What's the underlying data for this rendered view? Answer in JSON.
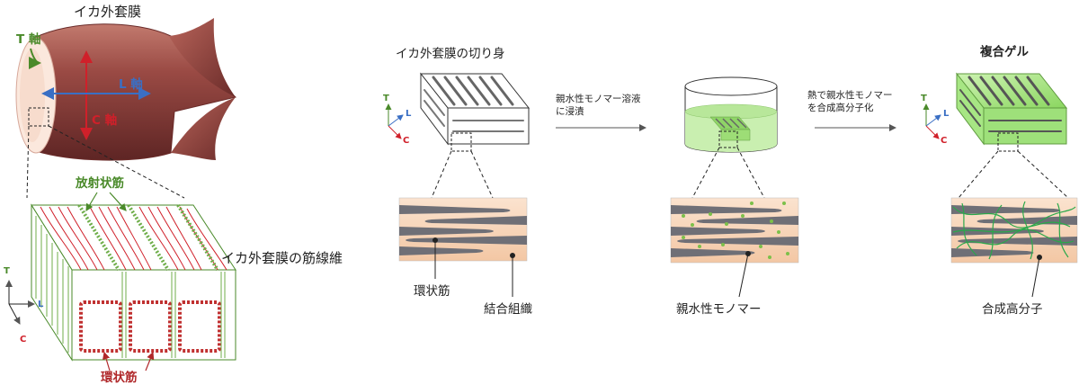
{
  "labels": {
    "squid_mantle": "イカ外套膜",
    "axis_t": "T 軸",
    "axis_l": "L 軸",
    "axis_c": "C 軸",
    "radial_muscle": "放射状筋",
    "circular_muscle": "環状筋",
    "muscle_fiber": "イカ外套膜の筋線維",
    "mantle_slice": "イカ外套膜の切り身",
    "circular_muscle_2": "環状筋",
    "connective_tissue": "結合組織",
    "step1_line1": "親水性モノマー溶液",
    "step1_line2": "に浸漬",
    "hydrophilic_monomer": "親水性モノマー",
    "step2_line1": "熱で親水性モノマー",
    "step2_line2": "を合成高分子化",
    "composite_gel": "複合ゲル",
    "synthetic_polymer": "合成高分子",
    "t": "T",
    "l": "L",
    "c": "C"
  },
  "colors": {
    "green_axis": "#4a8a2a",
    "blue_axis": "#3a6fc4",
    "red_axis": "#d0202a",
    "squid_body": "#8a3b38",
    "tissue": "#f6cfb0",
    "fiber": "#6f6f76",
    "gel": "#9fe07a"
  }
}
